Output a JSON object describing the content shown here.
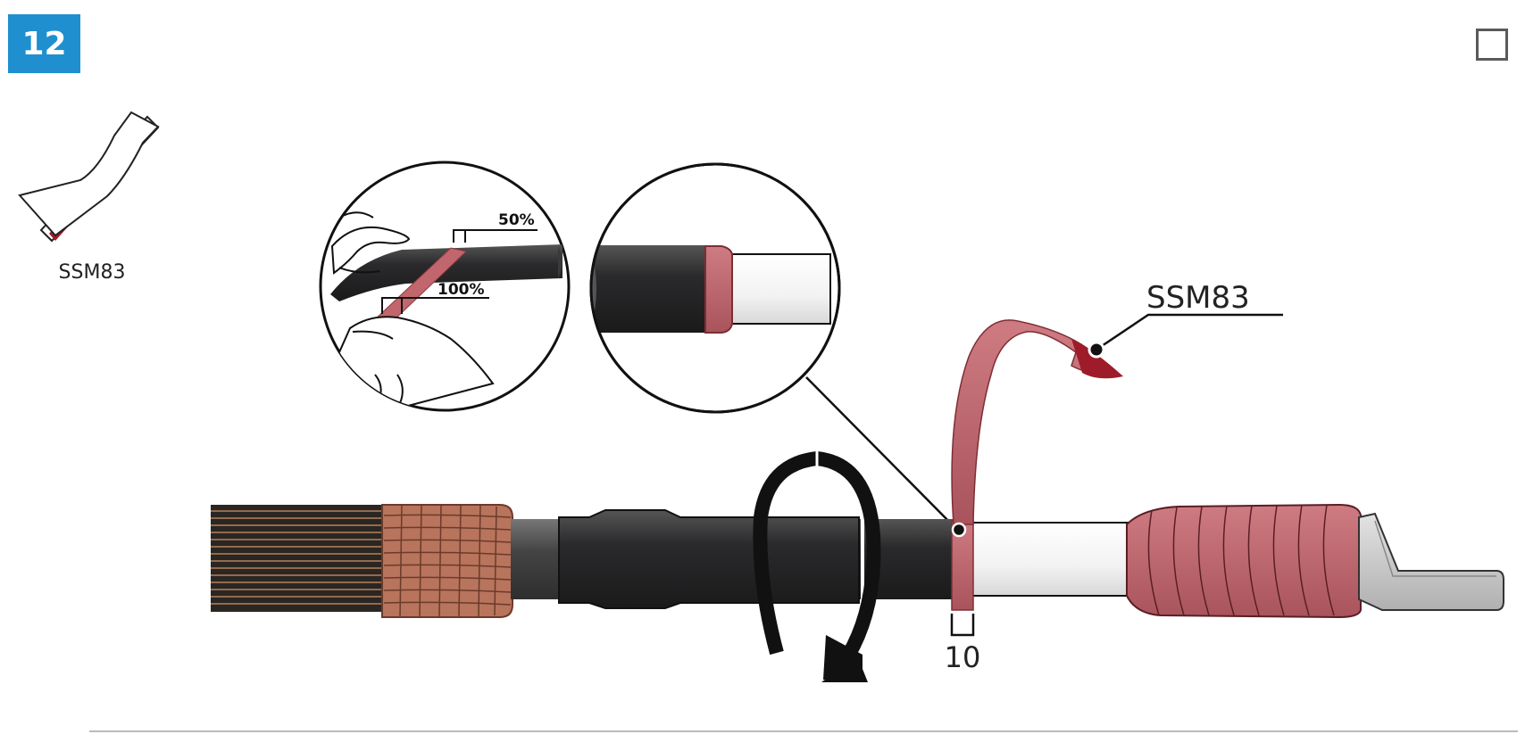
{
  "step": {
    "number": "12"
  },
  "tape": {
    "name": "SSM83"
  },
  "callouts": {
    "tape_label": "SSM83",
    "overlap_half": "50%",
    "overlap_full": "100%",
    "dimension": "10"
  },
  "colors": {
    "badge": "#1f8fd0",
    "tape_red": "#c1666d",
    "tape_dark_red": "#9e1c2a",
    "cable_black": "#2b2b2d",
    "copper": "#b8745c",
    "lug_grey": "#c9c9c9"
  }
}
